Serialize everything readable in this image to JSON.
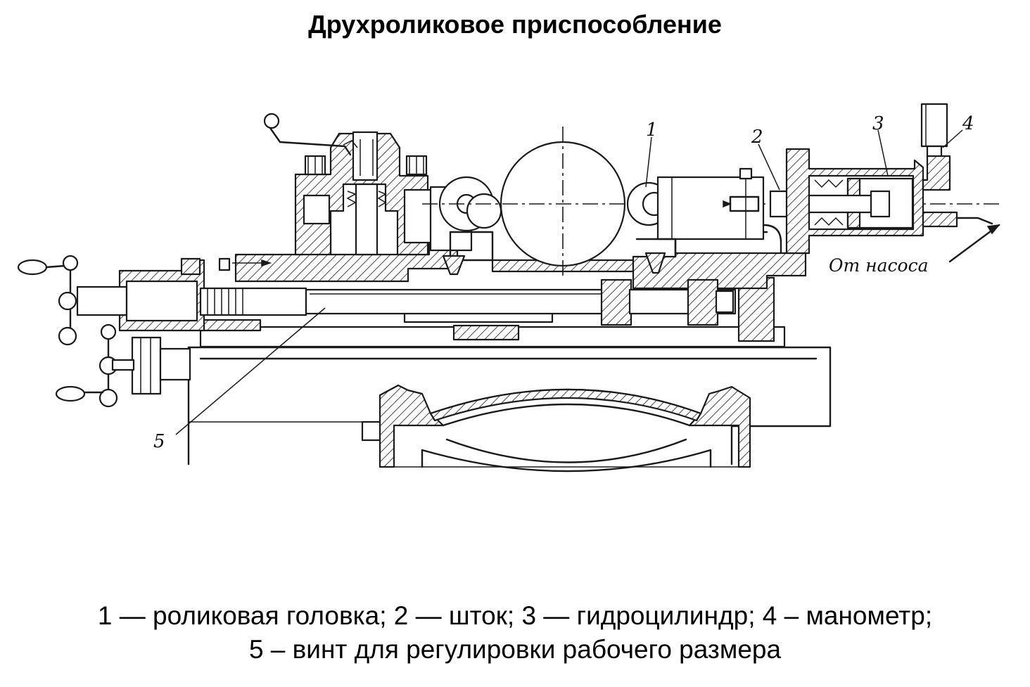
{
  "title": "Друхроликовое приспособление",
  "figure": {
    "labels": {
      "roller_head": "1",
      "rod": "2",
      "hydrocylinder": "3",
      "manometer": "4",
      "adjust_screw": "5"
    },
    "pump_note": "От насоса"
  },
  "caption": {
    "line1": "1 — роликовая головка; 2 — шток; 3 — гидроцилиндр; 4 – манометр;",
    "line2": "5 – винт для регулировки рабочего размера"
  }
}
